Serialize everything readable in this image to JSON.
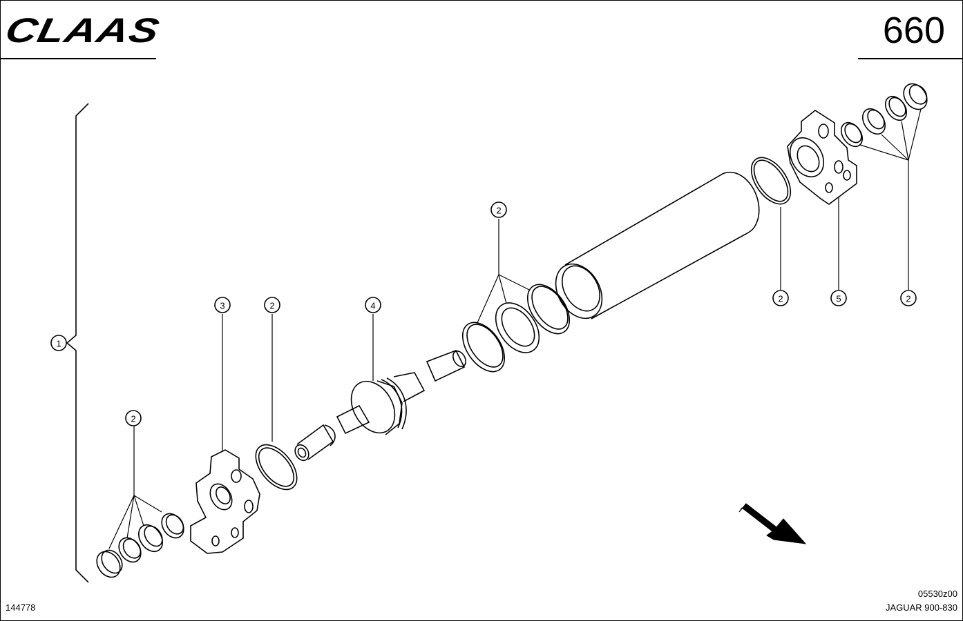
{
  "header": {
    "brand": "CLAAS",
    "page_number": "660"
  },
  "footer": {
    "doc_id": "144778",
    "drawing_code": "05530z00",
    "model": "JAGUAR 900-830"
  },
  "callouts": [
    {
      "id": "c1",
      "label": "1"
    },
    {
      "id": "c2a",
      "label": "2"
    },
    {
      "id": "c3",
      "label": "3"
    },
    {
      "id": "c2b",
      "label": "2"
    },
    {
      "id": "c4",
      "label": "4"
    },
    {
      "id": "c2c",
      "label": "2"
    },
    {
      "id": "c2d",
      "label": "2"
    },
    {
      "id": "c5",
      "label": "5"
    },
    {
      "id": "c2e",
      "label": "2"
    }
  ]
}
